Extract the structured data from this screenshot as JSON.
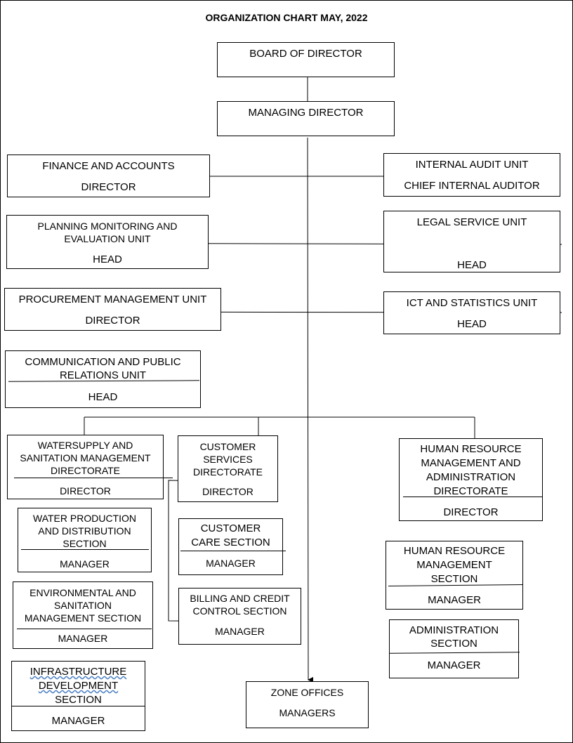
{
  "title": "ORGANIZATION CHART MAY, 2022",
  "board": {
    "title": "BOARD OF DIRECTOR"
  },
  "md": {
    "title": "MANAGING DIRECTOR"
  },
  "finance": {
    "title": "FINANCE AND ACCOUNTS",
    "role": "DIRECTOR"
  },
  "internal_audit": {
    "title": "INTERNAL AUDIT UNIT",
    "role": "CHIEF INTERNAL AUDITOR"
  },
  "planning": {
    "title_line1": "PLANNING MONITORING AND",
    "title_line2": "EVALUATION UNIT",
    "role": "HEAD"
  },
  "legal": {
    "title": "LEGAL SERVICE UNIT",
    "role": "HEAD"
  },
  "procurement": {
    "title": "PROCUREMENT MANAGEMENT UNIT",
    "role": "DIRECTOR"
  },
  "ict": {
    "title": "ICT AND STATISTICS UNIT",
    "role": "HEAD"
  },
  "communication": {
    "title_line1": "COMMUNICATION AND PUBLIC",
    "title_line2": "RELATIONS UNIT",
    "role": "HEAD"
  },
  "watersupply": {
    "line1": "WATERSUPPLY AND",
    "line2": "SANITATION MANAGEMENT",
    "line3": "DIRECTORATE",
    "role": "DIRECTOR"
  },
  "customer_services": {
    "line1": "CUSTOMER",
    "line2": "SERVICES",
    "line3": "DIRECTORATE",
    "role": "DIRECTOR"
  },
  "hr_directorate": {
    "line1": "HUMAN RESOURCE",
    "line2": "MANAGEMENT AND",
    "line3": "ADMINISTRATION",
    "line4": "DIRECTORATE",
    "role": "DIRECTOR"
  },
  "water_production": {
    "line1": "WATER PRODUCTION",
    "line2": "AND DISTRIBUTION",
    "line3": "SECTION",
    "role": "MANAGER"
  },
  "customer_care": {
    "line1": "CUSTOMER",
    "line2": "CARE SECTION",
    "role": "MANAGER"
  },
  "hr_section": {
    "line1": "HUMAN RESOURCE",
    "line2": "MANAGEMENT",
    "line3": "SECTION",
    "role": "MANAGER"
  },
  "environmental": {
    "line1": "ENVIRONMENTAL AND",
    "line2": "SANITATION",
    "line3": "MANAGEMENT SECTION",
    "role": "MANAGER"
  },
  "billing": {
    "line1": "BILLING AND CREDIT",
    "line2": "CONTROL SECTION",
    "role": "MANAGER"
  },
  "administration": {
    "line1": "ADMINISTRATION",
    "line2": "SECTION",
    "role": "MANAGER"
  },
  "infrastructure": {
    "line1": "INFRASTRUCTURE",
    "line2": "DEVELOPMENT",
    "line3": "SECTION",
    "role": "MANAGER"
  },
  "zone": {
    "title": "ZONE OFFICES",
    "role": "MANAGERS"
  }
}
